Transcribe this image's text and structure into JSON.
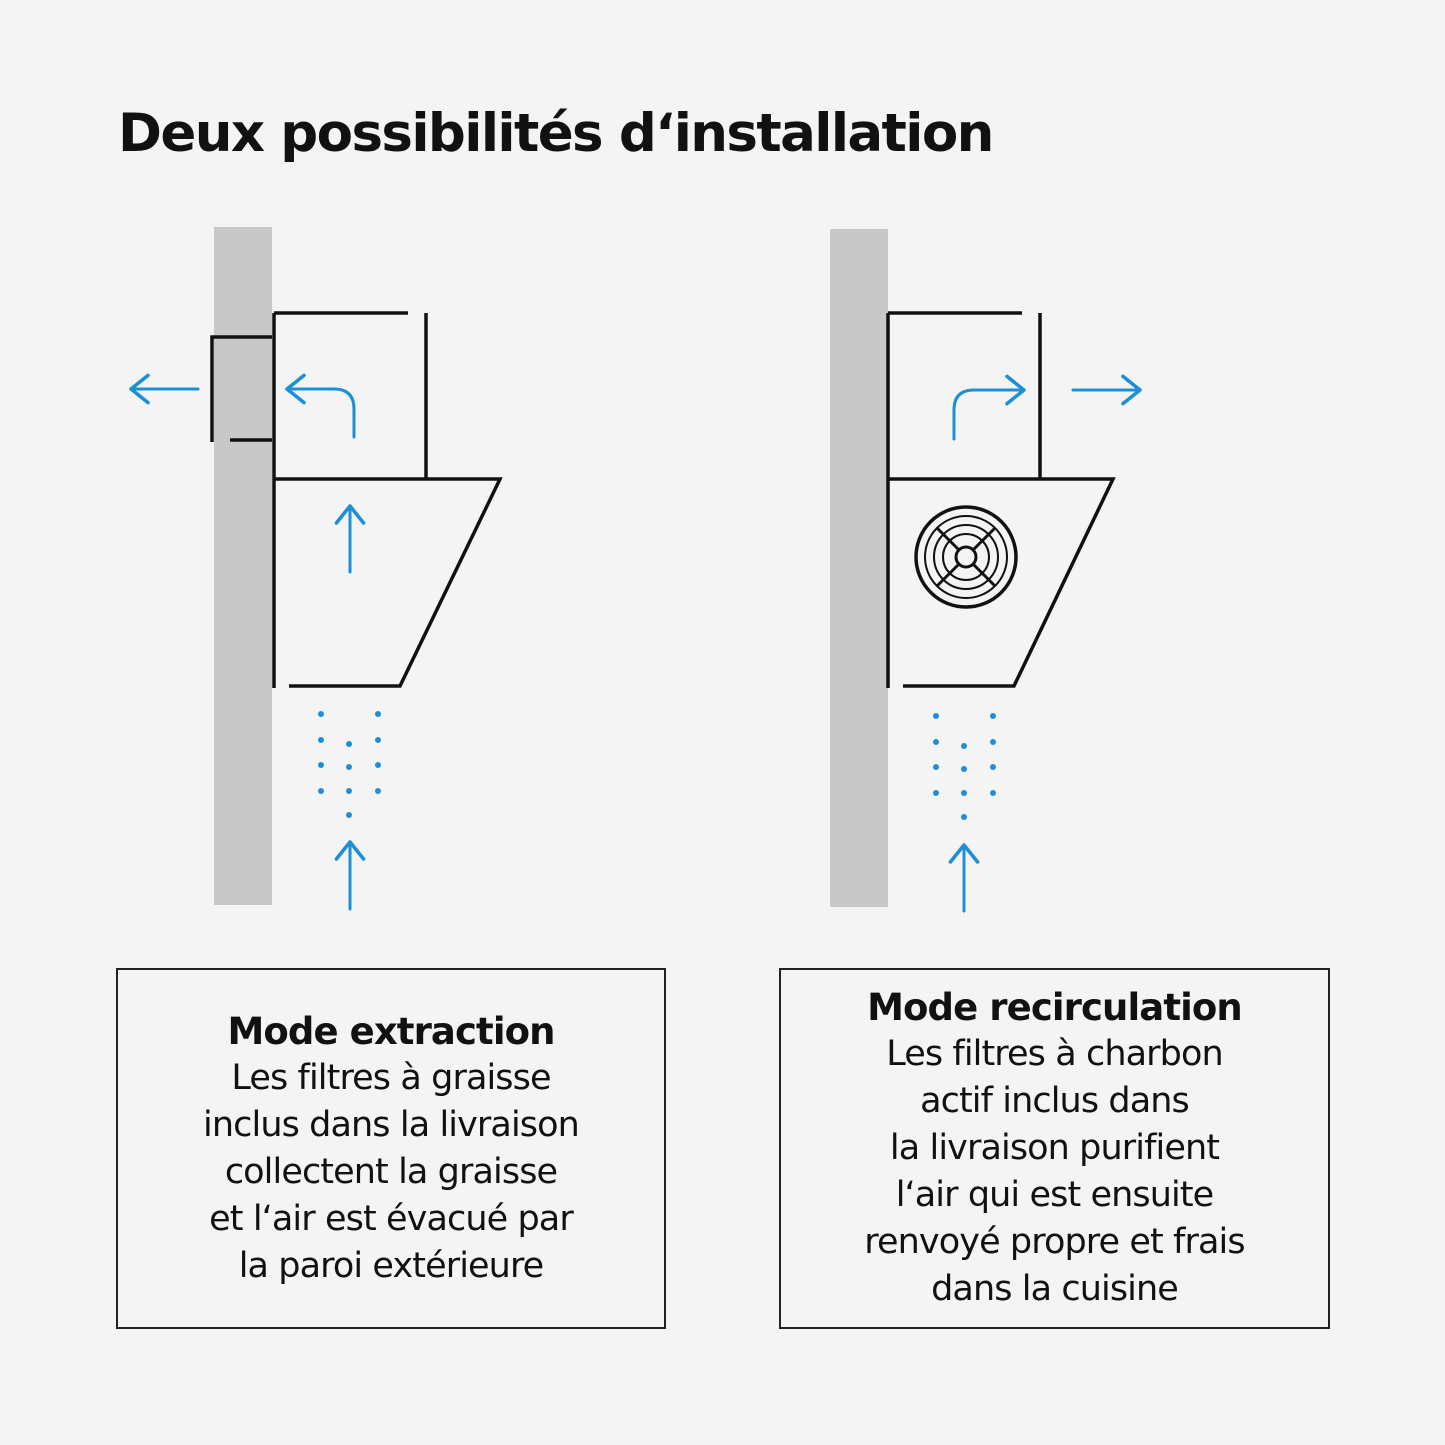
{
  "title": "Deux possibilités d‘installation",
  "colors": {
    "background": "#f4f4f4",
    "wall": "#c8c8c8",
    "outline": "#111111",
    "airflow": "#1e8fd6"
  },
  "extraction": {
    "heading": "Mode extraction",
    "lines": [
      "Les filtres à graisse",
      "inclus dans la livraison",
      "collectent la graisse",
      "et l‘air est évacué par",
      "la paroi extérieure"
    ]
  },
  "recirculation": {
    "heading": "Mode recirculation",
    "lines": [
      "Les filtres à charbon",
      "actif inclus dans",
      "la livraison purifient",
      "l‘air qui est ensuite",
      "renvoyé propre et frais",
      "dans la cuisine"
    ]
  }
}
